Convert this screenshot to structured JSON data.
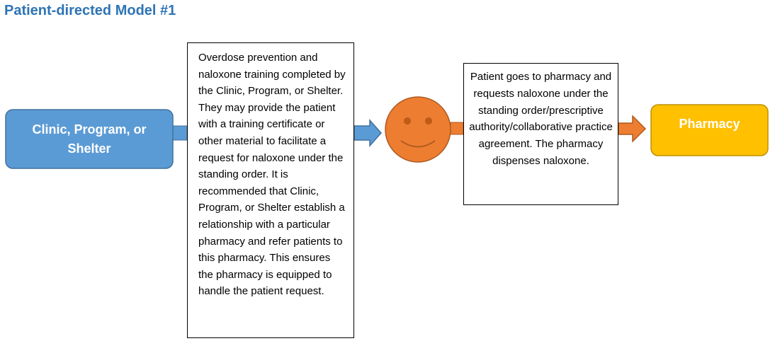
{
  "title": "Patient-directed Model #1",
  "nodes": {
    "clinic": "Clinic, Program, or Shelter",
    "training_box": "Overdose prevention and naloxone training completed by the Clinic, Program, or Shelter. They may provide the patient with a training certificate or other material to facilitate a request for naloxone under the standing order. It is recommended that Clinic, Program, or Shelter establish a relationship with a particular pharmacy and refer patients to this pharmacy. This ensures the pharmacy is equipped to handle the patient request.",
    "patient_box": "Patient goes to pharmacy and requests naloxone under the standing order/prescriptive authority/collaborative practice agreement. The pharmacy dispenses naloxone.",
    "pharmacy": "Pharmacy",
    "patient_icon": "smiley-face-icon"
  },
  "colors": {
    "title": "#2E74B5",
    "clinic_fill": "#5B9BD5",
    "clinic_border": "#41719C",
    "blue_arrow": "#5B9BD5",
    "smiley_fill": "#ED7D31",
    "orange_arrow": "#ED7D31",
    "pharmacy_fill": "#FFC000",
    "pharmacy_border": "#BF9000"
  }
}
